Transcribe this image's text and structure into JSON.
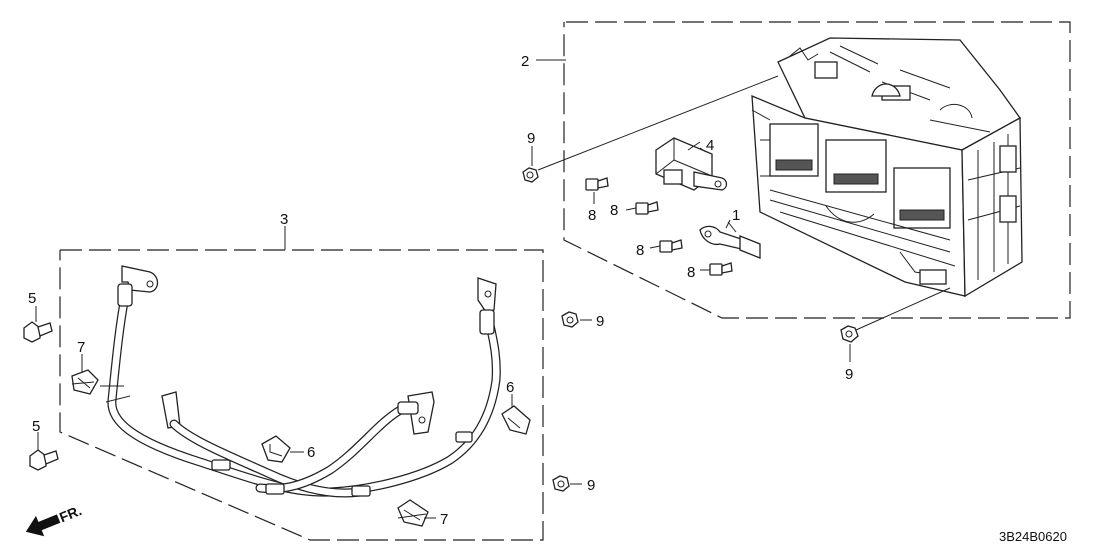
{
  "diagram": {
    "drawing_code": "3B24B0620",
    "direction_label": "FR.",
    "callouts": {
      "c1": "1",
      "c2": "2",
      "c3": "3",
      "c4": "4",
      "c5a": "5",
      "c5b": "5",
      "c6a": "6",
      "c6b": "6",
      "c7a": "7",
      "c7b": "7",
      "c8a": "8",
      "c8b": "8",
      "c8c": "8",
      "c8d": "8",
      "c9a": "9",
      "c9b": "9",
      "c9c": "9",
      "c9d": "9"
    }
  }
}
